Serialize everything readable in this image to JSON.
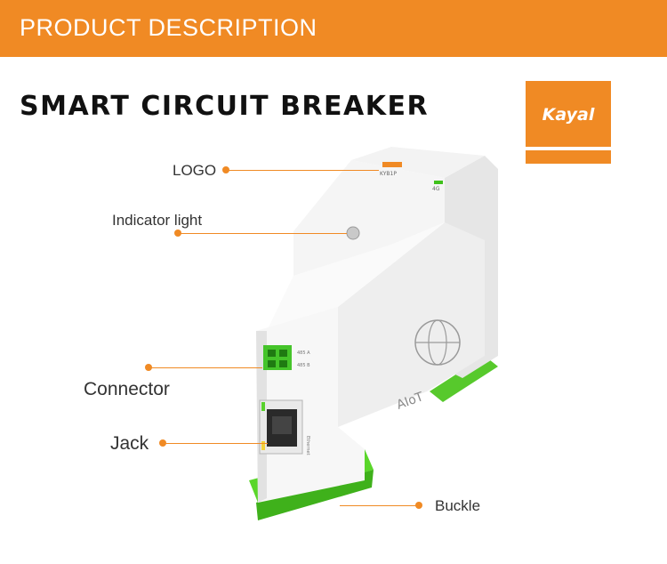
{
  "banner": {
    "title": "PRODUCT DESCRIPTION"
  },
  "heading": "SMART CIRCUIT BREAKER",
  "brand": {
    "logo_text": "Kayal"
  },
  "device": {
    "model_text": "KYB1P",
    "net_text": "4G",
    "bus_label_a": "485 A",
    "bus_label_b": "485 B",
    "port_label": "Ethernet",
    "aiot_text": "AIoT"
  },
  "callouts": [
    {
      "label": "LOGO"
    },
    {
      "label": "Indicator light"
    },
    {
      "label": "Connector"
    },
    {
      "label": "Jack"
    },
    {
      "label": "Buckle"
    }
  ],
  "colors": {
    "accent": "#f08a24",
    "green": "#5ad62a"
  }
}
